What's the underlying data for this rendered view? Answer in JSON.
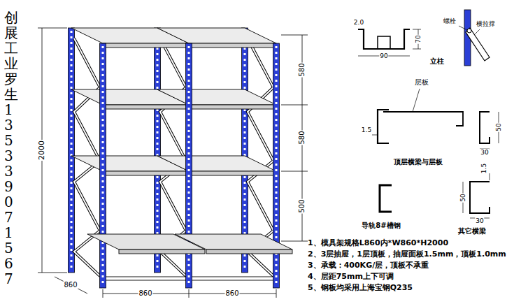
{
  "diagram": {
    "labels": [
      "创展工业罗生135339071567",
      "2000",
      "580",
      "580",
      "500",
      "860",
      "860",
      "860",
      "2.0",
      "70",
      "90",
      "立柱",
      "螺栓",
      "横拉撑",
      "层板",
      "1.5",
      "50",
      "30",
      "顶层横梁与层板",
      "导轨8#槽钢",
      "1.5",
      "50",
      "30",
      "其它横梁",
      "1、模具架规格L860内*W860*H2000",
      "2、3层抽屉，1层顶板，抽屉面板1.5mm，顶板1.0mm",
      "3、承载：400KG/层，顶板不承重",
      "4、层距75mm上下可调",
      "5、钢板均采用上海宝钢Q235"
    ]
  }
}
